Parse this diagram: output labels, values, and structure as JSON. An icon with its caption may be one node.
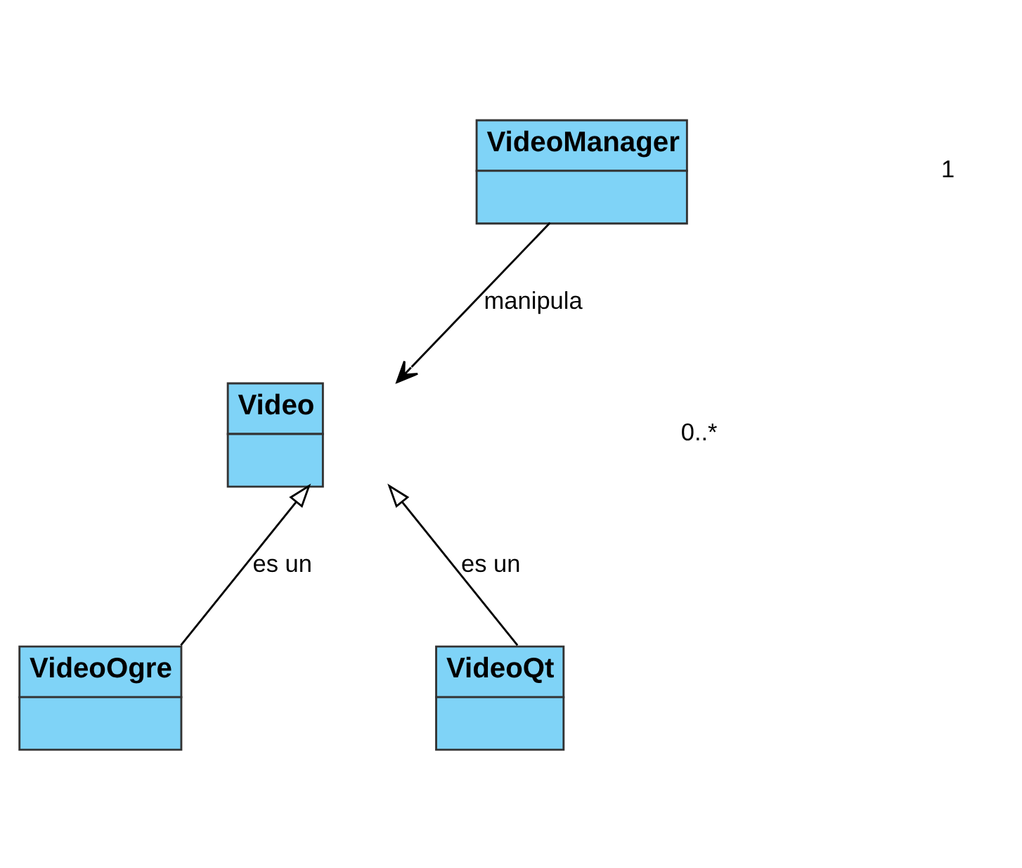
{
  "diagram": {
    "nodes": [
      {
        "text": [
          "VideoManager"
        ]
      },
      {
        "text": [
          "Video"
        ]
      },
      {
        "text": [
          "VideoOgre"
        ]
      },
      {
        "text": [
          "VideoQt"
        ]
      }
    ],
    "edges": [
      {
        "from": 0,
        "to": 1,
        "arrow": "to",
        "label": "manipula"
      },
      {
        "from": 2,
        "to": 1,
        "arrow": "to",
        "label": "es un"
      },
      {
        "from": 3,
        "to": 1,
        "arrow": "to",
        "label": "es un"
      }
    ],
    "labels": [
      "1",
      "0..*"
    ]
  }
}
